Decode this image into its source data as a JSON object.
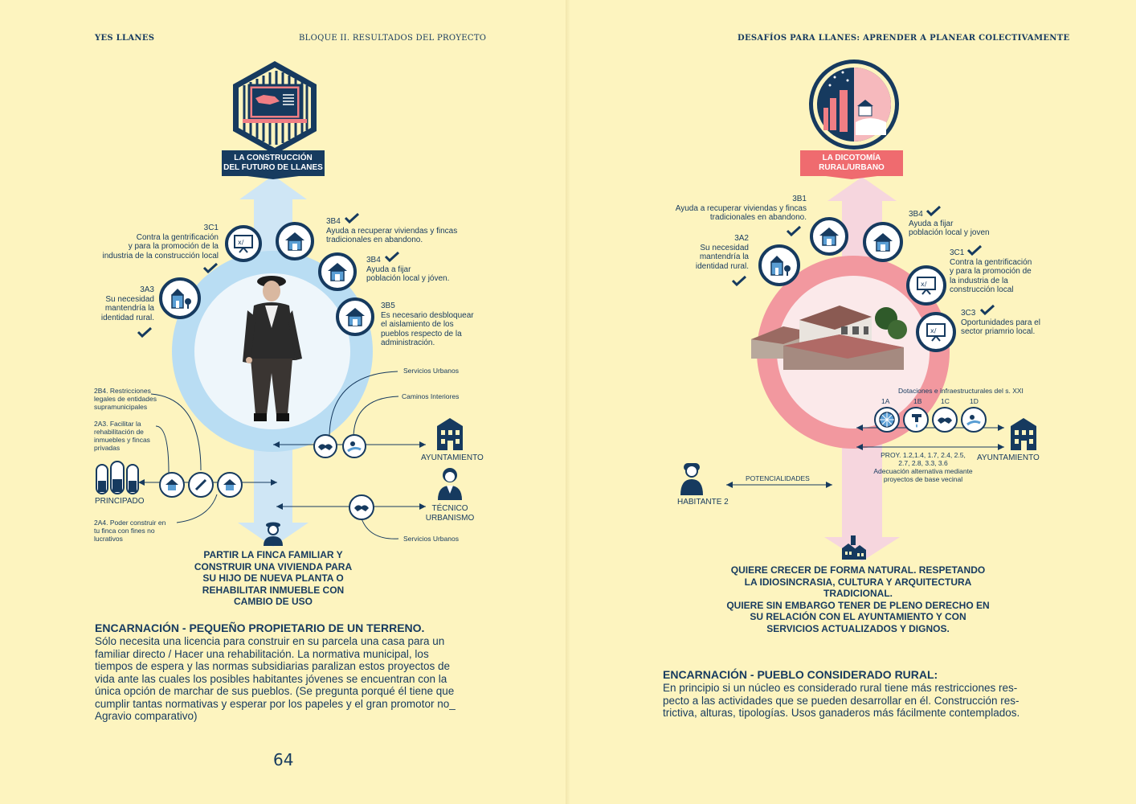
{
  "left": {
    "header_left": "YES LLANES",
    "header_right": "BLOQUE II. RESULTADOS DEL PROYECTO",
    "banner": [
      "LA CONSTRUCCIÓN",
      "DEL FUTURO DE LLANES"
    ],
    "items": {
      "3c1": {
        "code": "3C1",
        "text": [
          "Contra la gentrificación",
          "y para la promoción de la",
          "industria de la construcción local"
        ]
      },
      "3a3": {
        "code": "3A3",
        "text": [
          "Su necesidad",
          "mantendría la",
          "identidad rural."
        ]
      },
      "3b4a": {
        "code": "3B4",
        "text": [
          "Ayuda a recuperar viviendas y fincas",
          "tradicionales en abandono."
        ]
      },
      "3b4b": {
        "code": "3B4",
        "text": [
          "Ayuda a fijar",
          "población local y jóven."
        ]
      },
      "3b5": {
        "code": "3B5",
        "text": [
          "Es necesario desbloquear",
          "el aislamiento de los",
          "pueblos respecto de la",
          "administración."
        ]
      }
    },
    "labels": {
      "servicios_urbanos_top": "Servicios Urbanos",
      "caminos_interiores": "Caminos Interiores",
      "ayuntamiento": "AYUNTAMIENTO",
      "tecnico": [
        "TÉCNICO",
        "URBANISMO"
      ],
      "servicios_urbanos_bottom": "Servicios Urbanos",
      "principado": "PRINCIPADO",
      "n2b4": [
        "2B4. Restricciones",
        "legales de entidades",
        "supramunicipales"
      ],
      "n2a3": [
        "2A3. Facilitar la",
        "rehabilitación de",
        "inmuebles y fincas",
        "privadas"
      ],
      "n2a4": [
        "2A4. Poder construir en",
        "tu finca con fines no",
        "lucrativos"
      ]
    },
    "goal": [
      "PARTIR LA FINCA FAMILIAR Y",
      "CONSTRUIR UNA VIVIENDA PARA",
      "SU HIJO DE NUEVA PLANTA O",
      "REHABILITAR INMUEBLE CON",
      "CAMBIO DE USO"
    ],
    "encarnacion_title": "ENCARNACIÓN - PEQUEÑO PROPIETARIO DE UN TERRENO.",
    "encarnacion_body": [
      "Sólo necesita una licencia para construir en su parcela una casa para un",
      "familiar directo / Hacer una rehabilitación. La normativa municipal, los",
      "tiempos de espera y las normas subsidiarias paralizan estos proyectos de",
      "vida ante las cuales los posibles habitantes jóvenes se encuentran con la",
      "única opción de marchar de sus pueblos. (Se pregunta porqué él tiene que",
      "cumplir tantas normativas y esperar por los papeles y el gran promotor no_",
      "Agravio comparativo)"
    ],
    "page_number": "64"
  },
  "right": {
    "header": "DESAFÍOS PARA LLANES: APRENDER A PLANEAR COLECTIVAMENTE",
    "banner": [
      "LA DICOTOMÍA",
      "RURAL/URBANO"
    ],
    "items": {
      "3b1": {
        "code": "3B1",
        "text": [
          "Ayuda a recuperar viviendas y fincas",
          "tradicionales en abandono."
        ]
      },
      "3a2": {
        "code": "3A2",
        "text": [
          "Su necesidad",
          "mantendría la",
          "identidad rural."
        ]
      },
      "3b4": {
        "code": "3B4",
        "text": [
          "Ayuda a fijar",
          "población local y joven"
        ]
      },
      "3c1": {
        "code": "3C1",
        "text": [
          "Contra la gentrificación",
          "y para la promoción de",
          "la industria de la",
          "construcción local"
        ]
      },
      "3c3": {
        "code": "3C3",
        "text": [
          "Oportunidades para el",
          "sector priamrio local."
        ]
      }
    },
    "labels": {
      "dotaciones": "Dotaciones e infraestructurales del s. XXI",
      "codes": [
        "1A",
        "1B",
        "1C",
        "1D"
      ],
      "ayuntamiento": "AYUNTAMIENTO",
      "proy": [
        "PROY. 1.2,1.4, 1.7, 2.4, 2.5,",
        "2.7, 2.8, 3.3, 3.6"
      ],
      "adecuacion": [
        "Adecuación alternativa mediante",
        "proyectos de base vecinal"
      ],
      "potencialidades": "POTENCIALIDADES",
      "habitante": "HABITANTE 2"
    },
    "goal": [
      "QUIERE CRECER DE FORMA NATURAL. RESPETANDO",
      "LA IDIOSINCRASIA, CULTURA Y ARQUITECTURA",
      "TRADICIONAL.",
      "QUIERE SIN EMBARGO TENER DE PLENO DERECHO EN",
      "SU RELACIÓN CON EL AYUNTAMIENTO Y CON",
      "SERVICIOS ACTUALIZADOS Y DIGNOS."
    ],
    "encarnacion_title": "ENCARNACIÓN - PUEBLO CONSIDERADO RURAL:",
    "encarnacion_body": [
      "En principio  si un núcleo es considerado rural tiene más restricciones res-",
      "pecto a las actividades que se pueden desarrollar en él. Construcción res-",
      "trictiva, alturas, tipologías. Usos ganaderos más fácilmente contemplados."
    ]
  },
  "colors": {
    "navy": "#163a5f",
    "light_blue": "#cfe6f5",
    "ring_blue": "#b9ddf3",
    "pink": "#f07e84",
    "light_pink": "#f6d6de",
    "cream": "#fdf4bf",
    "banner_navy": "#173b5f",
    "banner_pink": "#ef6b6f"
  }
}
